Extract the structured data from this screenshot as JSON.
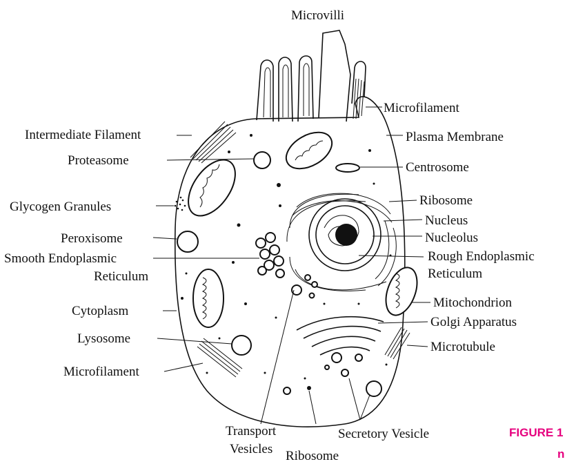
{
  "labels": {
    "microvilli": "Microvilli",
    "microfilament_top": "Microfilament",
    "plasma_membrane": "Plasma Membrane",
    "centrosome": "Centrosome",
    "ribosome_right": "Ribosome",
    "nucleus": "Nucleus",
    "nucleolus": "Nucleolus",
    "rough_er_line1": "Rough Endoplasmic",
    "rough_er_line2": "Reticulum",
    "mitochondrion": "Mitochondrion",
    "golgi": "Golgi Apparatus",
    "microtubule": "Microtubule",
    "intermediate_filament": "Intermediate Filament",
    "proteasome": "Proteasome",
    "glycogen": "Glycogen Granules",
    "peroxisome": "Peroxisome",
    "smooth_er_line1": "Smooth Endoplasmic",
    "smooth_er_line2": "Reticulum",
    "cytoplasm": "Cytoplasm",
    "lysosome": "Lysosome",
    "microfilament_bottom": "Microfilament",
    "transport_line1": "Transport",
    "transport_line2": "Vesicles",
    "ribosome_bottom": "Ribosome",
    "secretory": "Secretory Vesicle"
  },
  "figure": {
    "tag_partial": "FIGURE 1",
    "tag_line2_partial": "n",
    "tag_color": "#e6007e"
  }
}
